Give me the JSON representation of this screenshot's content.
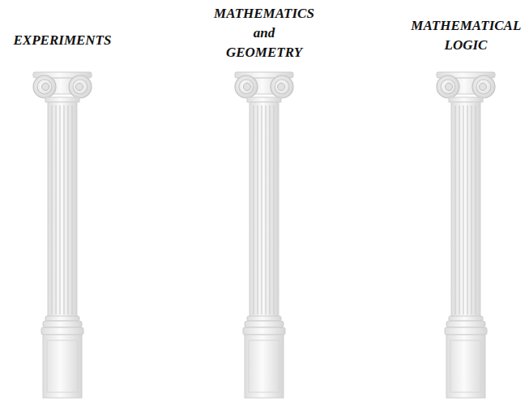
{
  "diagram": {
    "labels": [
      "EXPERIMENTS",
      "MATHEMATICS and GEOMETRY",
      "MATHEMATICAL LOGIC"
    ]
  }
}
